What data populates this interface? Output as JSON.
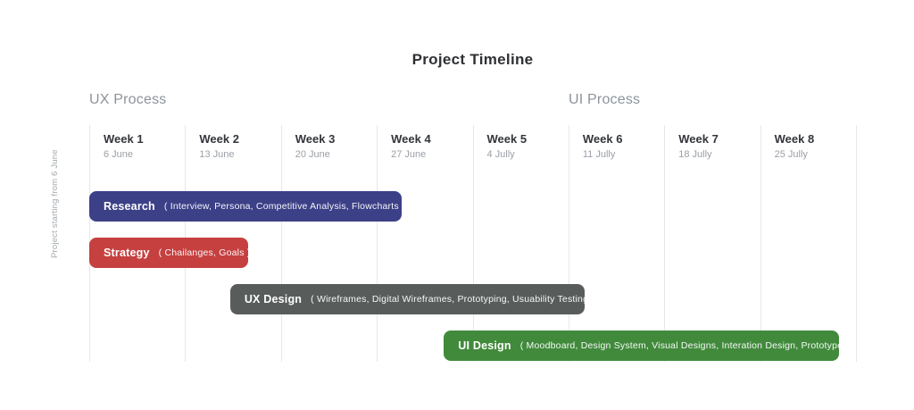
{
  "title": "Project Timeline",
  "sections": {
    "ux": {
      "label": "UX Process"
    },
    "ui": {
      "label": "UI Process"
    }
  },
  "y_axis_label": "Project starting from 6 June",
  "weeks": [
    {
      "label": "Week 1",
      "date": "6 June"
    },
    {
      "label": "Week 2",
      "date": "13 June"
    },
    {
      "label": "Week 3",
      "date": "20 June"
    },
    {
      "label": "Week 4",
      "date": "27 June"
    },
    {
      "label": "Week 5",
      "date": "4 Jully"
    },
    {
      "label": "Week 6",
      "date": "11 Jully"
    },
    {
      "label": "Week 7",
      "date": "18 Jully"
    },
    {
      "label": "Week 8",
      "date": "25 Jully"
    }
  ],
  "chart_data": {
    "type": "bar",
    "subtype": "horizontal-timeline-gantt",
    "title": "Project Timeline",
    "x_axis": {
      "unit": "weeks",
      "range": [
        0,
        8
      ],
      "tick_labels": [
        "Week 1",
        "Week 2",
        "Week 3",
        "Week 4",
        "Week 5",
        "Week 6",
        "Week 7",
        "Week 8"
      ]
    },
    "grid": true,
    "tasks": [
      {
        "name": "Research",
        "details": "( Interview, Persona, Competitive Analysis, Flowcharts )",
        "start_week": 0,
        "end_week": 3.26,
        "row": 0,
        "color": "#3C4087"
      },
      {
        "name": "Strategy",
        "details": "( Chailanges, Goals )",
        "start_week": 0,
        "end_week": 1.66,
        "row": 1,
        "color": "#C64040"
      },
      {
        "name": "UX Design",
        "details": "( Wireframes, Digital Wireframes, Prototyping, Usuability Testing",
        "start_week": 1.47,
        "end_week": 5.17,
        "row": 2,
        "color": "#585D5B"
      },
      {
        "name": "UI Design",
        "details": "( Moodboard, Design System, Visual Designs, Interation Design, Prototype )",
        "start_week": 3.7,
        "end_week": 7.82,
        "row": 3,
        "color": "#418A3C"
      }
    ]
  },
  "colors": {
    "background": "#ffffff",
    "grid_line": "#e7e8e9",
    "title_text": "#2f3033",
    "section_text": "#8d939b",
    "week_label_text": "#33353a",
    "week_date_text": "#9b9fa6"
  }
}
